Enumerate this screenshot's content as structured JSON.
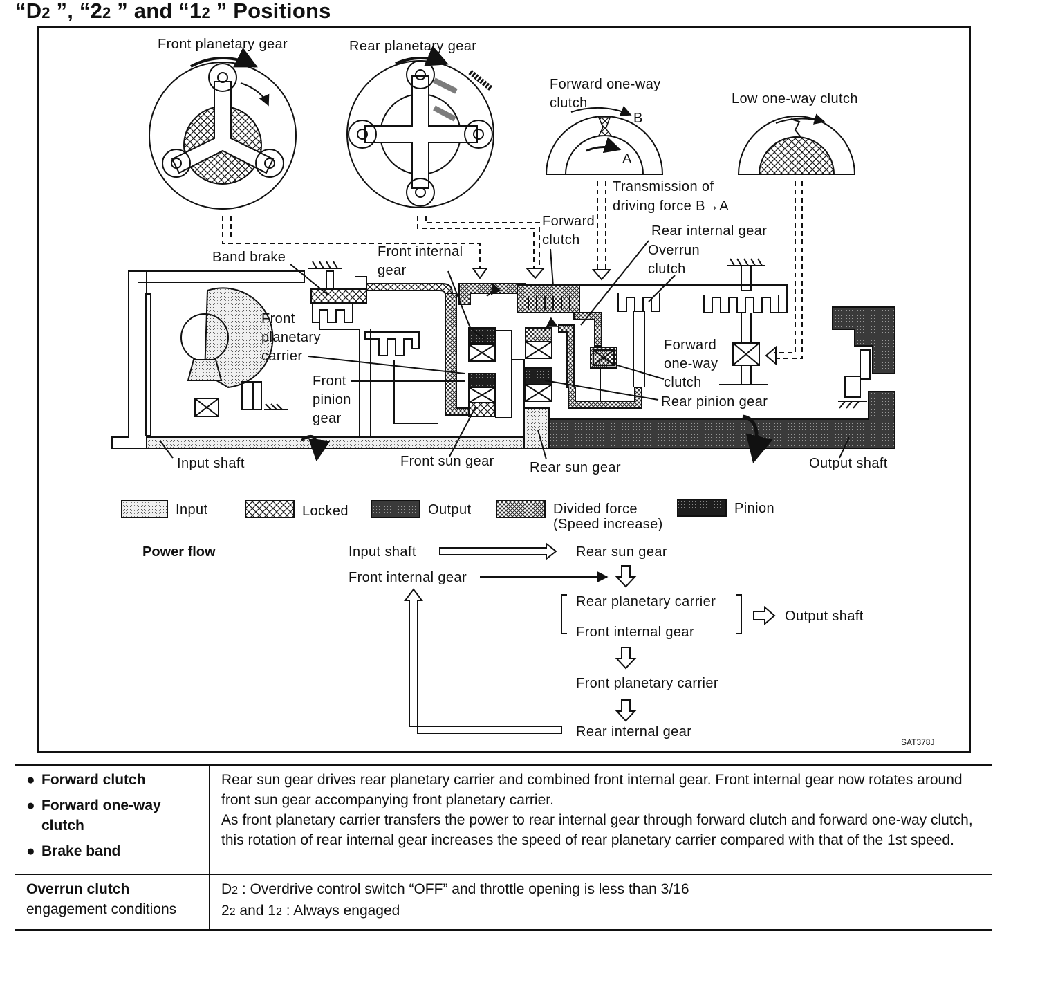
{
  "title": {
    "q1": "“D",
    "s1": "2",
    "m1": " ”, “2",
    "s2": "2",
    "m2": " ” and “1",
    "s3": "2",
    "m3": " ” Positions"
  },
  "diagram": {
    "labels": {
      "front_planetary_gear": "Front planetary gear",
      "rear_planetary_gear": "Rear planetary gear",
      "forward_one_way_clutch_top_1": "Forward one-way",
      "forward_one_way_clutch_top_2": "clutch",
      "low_one_way_clutch": "Low one-way clutch",
      "marker_b": "B",
      "marker_a": "A",
      "transmission_1": "Transmission of",
      "transmission_2": "driving force B→A",
      "forward_clutch_1": "Forward",
      "forward_clutch_2": "clutch",
      "rear_internal_gear": "Rear internal gear",
      "overrun_clutch_1": "Overrun",
      "overrun_clutch_2": "clutch",
      "band_brake": "Band brake",
      "front_internal_gear_1": "Front internal",
      "front_internal_gear_2": "gear",
      "front_planetary_carrier_1": "Front",
      "front_planetary_carrier_2": "planetary",
      "front_planetary_carrier_3": "carrier",
      "front_pinion_gear_1": "Front",
      "front_pinion_gear_2": "pinion",
      "front_pinion_gear_3": "gear",
      "forward_one_way_clutch_1": "Forward",
      "forward_one_way_clutch_2": "one-way",
      "forward_one_way_clutch_3": "clutch",
      "rear_pinion_gear": "Rear pinion gear",
      "input_shaft": "Input shaft",
      "front_sun_gear": "Front sun gear",
      "rear_sun_gear": "Rear sun gear",
      "output_shaft": "Output shaft"
    },
    "legend": [
      {
        "label": "Input",
        "pattern": "input"
      },
      {
        "label": "Locked",
        "pattern": "locked"
      },
      {
        "label": "Output",
        "pattern": "output"
      },
      {
        "label": "Divided force",
        "label2": "(Speed increase)",
        "pattern": "divided"
      },
      {
        "label": "Pinion",
        "pattern": "pinion"
      }
    ],
    "power_flow": {
      "heading": "Power flow",
      "input_shaft": "Input shaft",
      "rear_sun_gear": "Rear sun gear",
      "front_internal_gear": "Front internal gear",
      "rear_planetary_carrier": "Rear planetary carrier",
      "front_internal_gear_2": "Front internal gear",
      "output_shaft": "Output shaft",
      "front_planetary_carrier": "Front planetary carrier",
      "rear_internal_gear": "Rear internal gear"
    },
    "figure_code": "SAT378J"
  },
  "table": {
    "row1": {
      "elements": [
        "Forward clutch",
        "Forward one-way clutch",
        "Brake band"
      ],
      "description_1": "Rear sun gear drives rear planetary carrier and combined front internal gear. Front internal gear now rotates around front sun gear accompanying front planetary carrier.",
      "description_2": "As front planetary carrier transfers the power to rear internal gear through forward clutch and forward one-way clutch, this rotation of rear internal gear increases the speed of rear planetary carrier compared with that of the 1st speed."
    },
    "row2": {
      "label_bold": "Overrun clutch",
      "label_rest": "engagement conditions",
      "cond1_a": "D",
      "cond1_sub": "2",
      "cond1_b": " : Overdrive control switch “OFF” and throttle opening is less than 3/16",
      "cond2_a": "2",
      "cond2_sub1": "2",
      "cond2_b": " and 1",
      "cond2_sub2": "2",
      "cond2_c": " : Always engaged"
    }
  }
}
